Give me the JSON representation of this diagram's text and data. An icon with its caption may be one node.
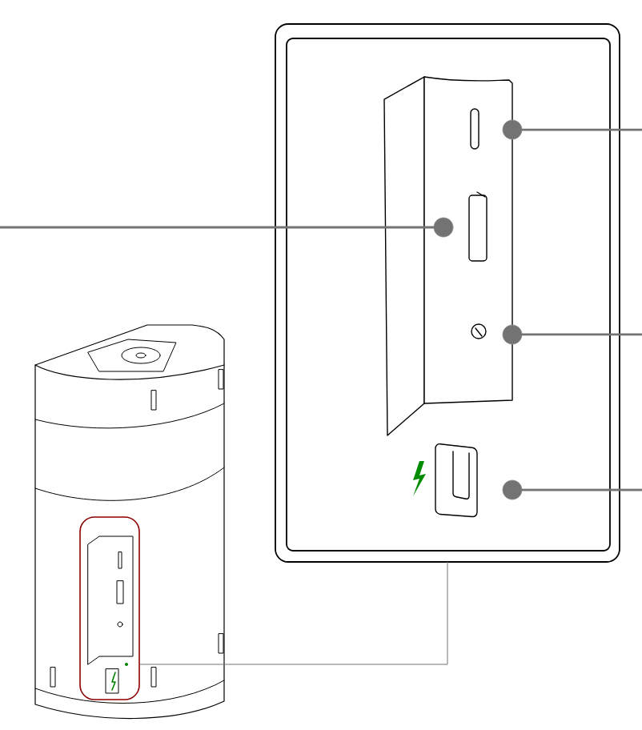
{
  "diagram": {
    "nodes": [
      {
        "text": [],
        "shape": "picture"
      },
      {
        "text": [],
        "shape": "box",
        "in": 0
      },
      {
        "text": [],
        "shape": "box"
      },
      {
        "text": [],
        "shape": "circle",
        "in": 2
      },
      {
        "text": [],
        "shape": "circle",
        "in": 2
      },
      {
        "text": [],
        "shape": "circle",
        "in": 2
      },
      {
        "text": [],
        "shape": "circle",
        "in": 2
      }
    ],
    "edges": [
      {
        "from": 1,
        "to": 2,
        "arrow": "none"
      },
      {
        "from": 3,
        "to": null,
        "arrow": "none"
      },
      {
        "from": 4,
        "to": null,
        "arrow": "none"
      },
      {
        "from": 5,
        "to": null,
        "arrow": "none"
      },
      {
        "from": 6,
        "to": null,
        "arrow": "none"
      }
    ]
  }
}
